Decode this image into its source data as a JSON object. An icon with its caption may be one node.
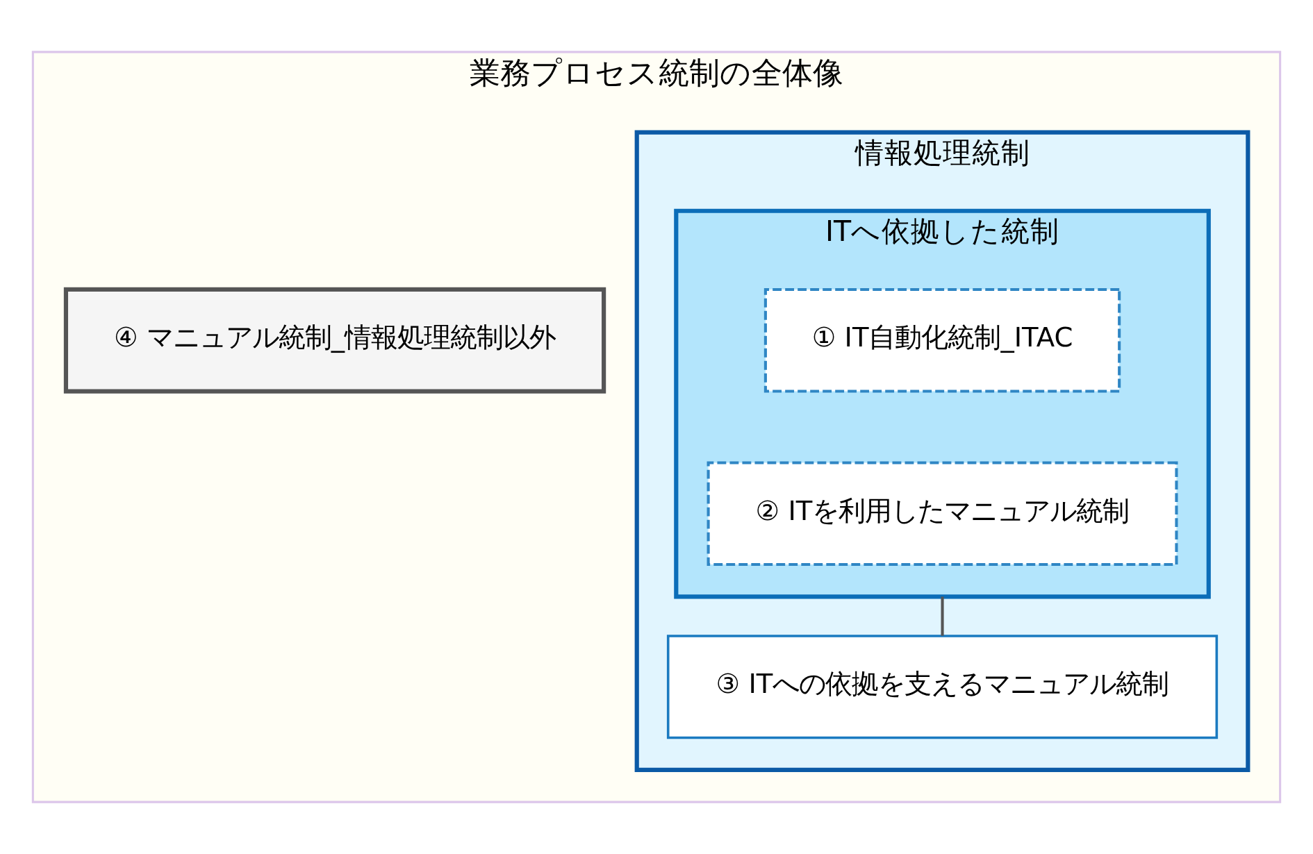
{
  "diagram": {
    "nodes": [
      {
        "text": [
          "業務プロセス統制の全体像"
        ]
      },
      {
        "text": [
          "情報処理統制"
        ],
        "in": 0
      },
      {
        "text": [
          "ITへ依拠した統制"
        ],
        "in": 1
      },
      {
        "text": [
          "① IT自動化統制_ITAC"
        ],
        "in": 2
      },
      {
        "text": [
          "② ITを利用したマニュアル統制"
        ],
        "in": 2
      },
      {
        "text": [
          "③ ITへの依拠を支えるマニュアル統制"
        ],
        "in": 1
      },
      {
        "text": [
          "④ マニュアル統制_情報処理統制以外"
        ],
        "in": 0
      }
    ],
    "edges": [
      {
        "from": 2,
        "to": 5,
        "arrow": "none"
      }
    ]
  }
}
